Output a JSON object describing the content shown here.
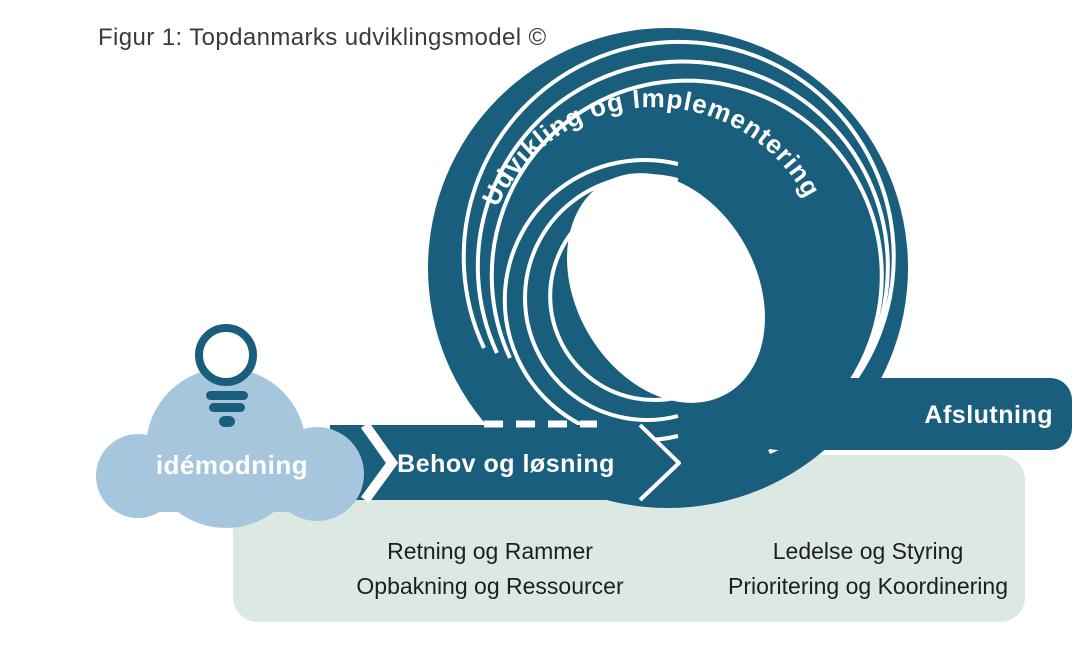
{
  "title": "Figur 1: Topdanmarks udviklingsmodel ©",
  "diagram": {
    "cloud_label": "idémodning",
    "arrow_label": "Behov og løsning",
    "roll_label": "Udvikling og Implementering",
    "bar_label": "Afslutning",
    "foundation": {
      "col1": [
        "Retning og Rammer",
        "Opbakning og Ressourcer"
      ],
      "col2": [
        "Ledelse og Styring",
        "Prioritering og Koordinering"
      ]
    }
  },
  "colors": {
    "teal": "#1a5e7e",
    "cloud_blue": "#a5c6dc",
    "mint": "#dce9e3",
    "white": "#ffffff"
  }
}
